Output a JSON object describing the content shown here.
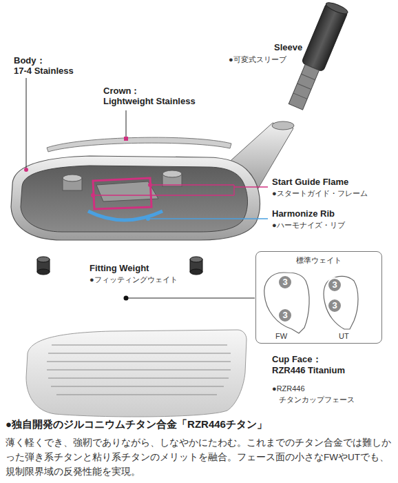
{
  "diagram": {
    "nodes": [
      {
        "text": [
          "標準ウェイト"
        ]
      },
      {
        "text": [
          "3"
        ],
        "in": 0
      },
      {
        "text": [
          "3"
        ],
        "in": 0
      },
      {
        "text": [
          "3"
        ],
        "in": 0
      },
      {
        "text": [
          "3"
        ],
        "in": 0
      }
    ],
    "labels": [
      "Body：",
      "17-4 Stainless",
      "Crown：",
      "Lightweight Stainless",
      "Sleeve",
      "●可変式スリーブ",
      "Start Guide Flame",
      "●スタートガイド・フレーム",
      "Harmonize Rib",
      "●ハーモナイズ・リブ",
      "Fitting Weight",
      "●フィッティングウェイト",
      "FW",
      "UT",
      "Cup Face：",
      "RZR446 Titanium",
      "●RZR446",
      "チタンカップフェース",
      "●独自開発のジルコニウムチタン合金「RZR446チタン」",
      "薄く軽くでき、強靭でありながら、しなやかにたわむ。これまでのチタン合金では難しかった弾き系チタンと粘り系チタンのメリットを融合。フェース面の小さなFWやUTでも、規制限界域の反発性能を実現。"
    ]
  }
}
